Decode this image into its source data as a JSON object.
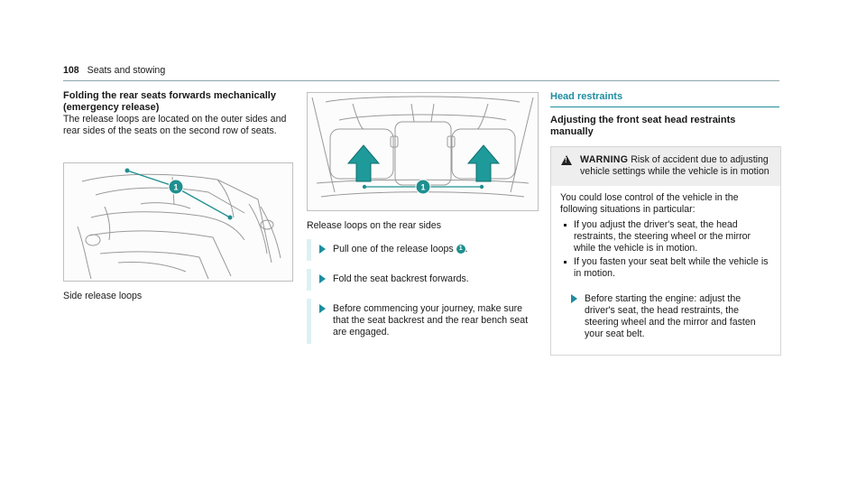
{
  "header": {
    "page_number": "108",
    "section": "Seats and stowing"
  },
  "column1": {
    "heading_line1": "Folding the rear seats forwards mechanically",
    "heading_line2": "(emergency release)",
    "body": "The release loops are located on the outer sides and rear sides of the seats on the second row of seats.",
    "figure_caption": "Side release loops",
    "callout": "1"
  },
  "column2": {
    "figure_caption": "Release loops on the rear sides",
    "callout": "1",
    "steps": [
      {
        "text": "Pull one of the release loops",
        "callout": "1",
        "suffix": "."
      },
      {
        "text": "Fold the seat backrest forwards."
      },
      {
        "text": "Before commencing your journey, make sure that the seat backrest and the rear bench seat are engaged."
      }
    ]
  },
  "column3": {
    "section_title": "Head restraints",
    "subheading": "Adjusting the front seat head restraints manually",
    "warning": {
      "label": "WARNING",
      "title": "Risk of accident due to adjusting vehicle settings while the vehicle is in motion",
      "intro": "You could lose control of the vehicle in the following situations in particular:",
      "bullets": [
        "If you adjust the driver's seat, the head restraints, the steering wheel or the mirror while the vehicle is in motion.",
        "If you fasten your seat belt while the vehicle is in motion."
      ],
      "step": "Before starting the engine: adjust the driver's seat, the head restraints, the steering wheel and the mirror and fasten your seat belt."
    }
  },
  "colors": {
    "accent": "#1e8da0",
    "callout": "#1f8f8f",
    "step_bar": "#dcf1f4",
    "warning_header": "#eeeeee"
  },
  "icons": [
    "warning-triangle-icon",
    "step-arrow-icon",
    "callout-number-icon",
    "release-arrow-icon"
  ]
}
